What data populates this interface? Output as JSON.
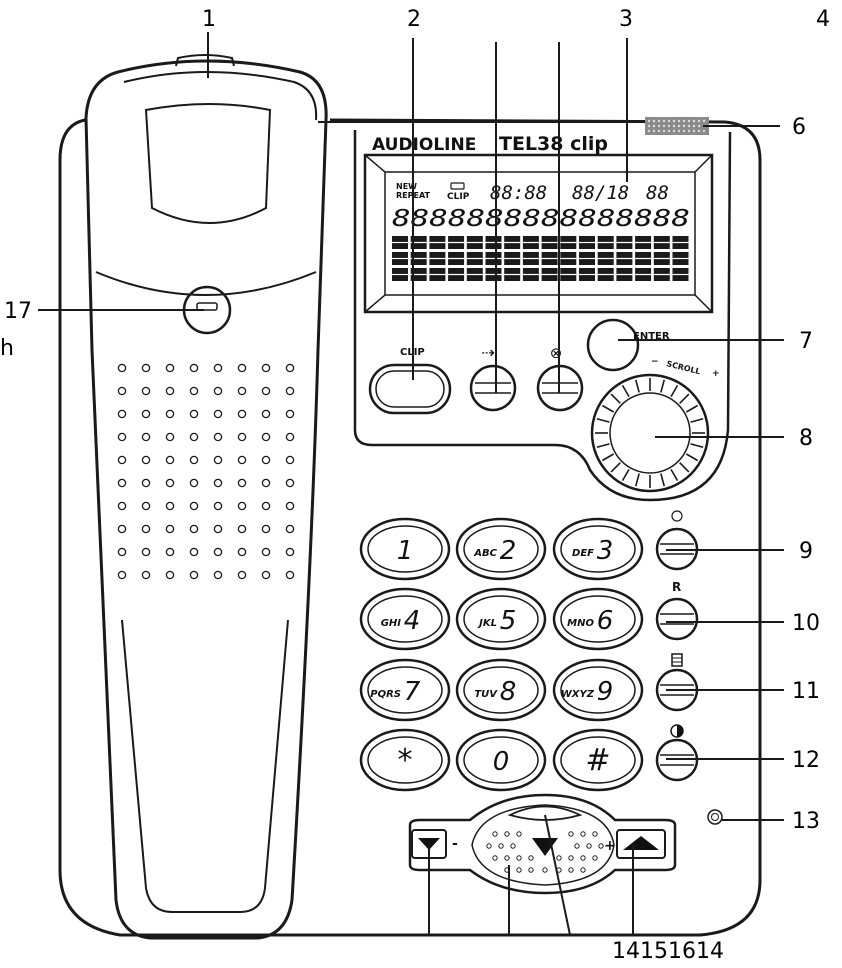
{
  "brand": {
    "name": "AUDIOLINE",
    "model": "TEL38 clip"
  },
  "lcd": {
    "indicator_top": "NEW",
    "indicator_bottom": "REPEAT",
    "clip_label": "CLIP",
    "time": "88:88",
    "date": "88/18",
    "counter": "88",
    "digits_row": "8888888888888888"
  },
  "controls": {
    "clip_label": "CLIP",
    "forward_symbol": "⇢",
    "delete_symbol": "⊗",
    "enter_label": "ENTER",
    "dial_label": "SCROLL",
    "dial_minus": "−",
    "dial_plus": "+",
    "volume_minus": "-",
    "volume_plus": "+",
    "r_label": "R"
  },
  "keypad": [
    {
      "digit": "1",
      "letters": ""
    },
    {
      "digit": "2",
      "letters": "ABC"
    },
    {
      "digit": "3",
      "letters": "DEF"
    },
    {
      "digit": "4",
      "letters": "GHI"
    },
    {
      "digit": "5",
      "letters": "JKL"
    },
    {
      "digit": "6",
      "letters": "MNO"
    },
    {
      "digit": "7",
      "letters": "PQRS"
    },
    {
      "digit": "8",
      "letters": "TUV"
    },
    {
      "digit": "9",
      "letters": "WXYZ"
    },
    {
      "digit": "*",
      "letters": ""
    },
    {
      "digit": "0",
      "letters": ""
    },
    {
      "digit": "#",
      "letters": ""
    }
  ],
  "callouts": {
    "c1": "1",
    "c2": "2",
    "c3": "3",
    "c4": "4",
    "c6": "6",
    "c7": "7",
    "c8": "8",
    "c9": "9",
    "c10": "10",
    "c11": "11",
    "c12": "12",
    "c13": "13",
    "c17": "17",
    "bottom": "14151614",
    "cut_left": "h"
  }
}
